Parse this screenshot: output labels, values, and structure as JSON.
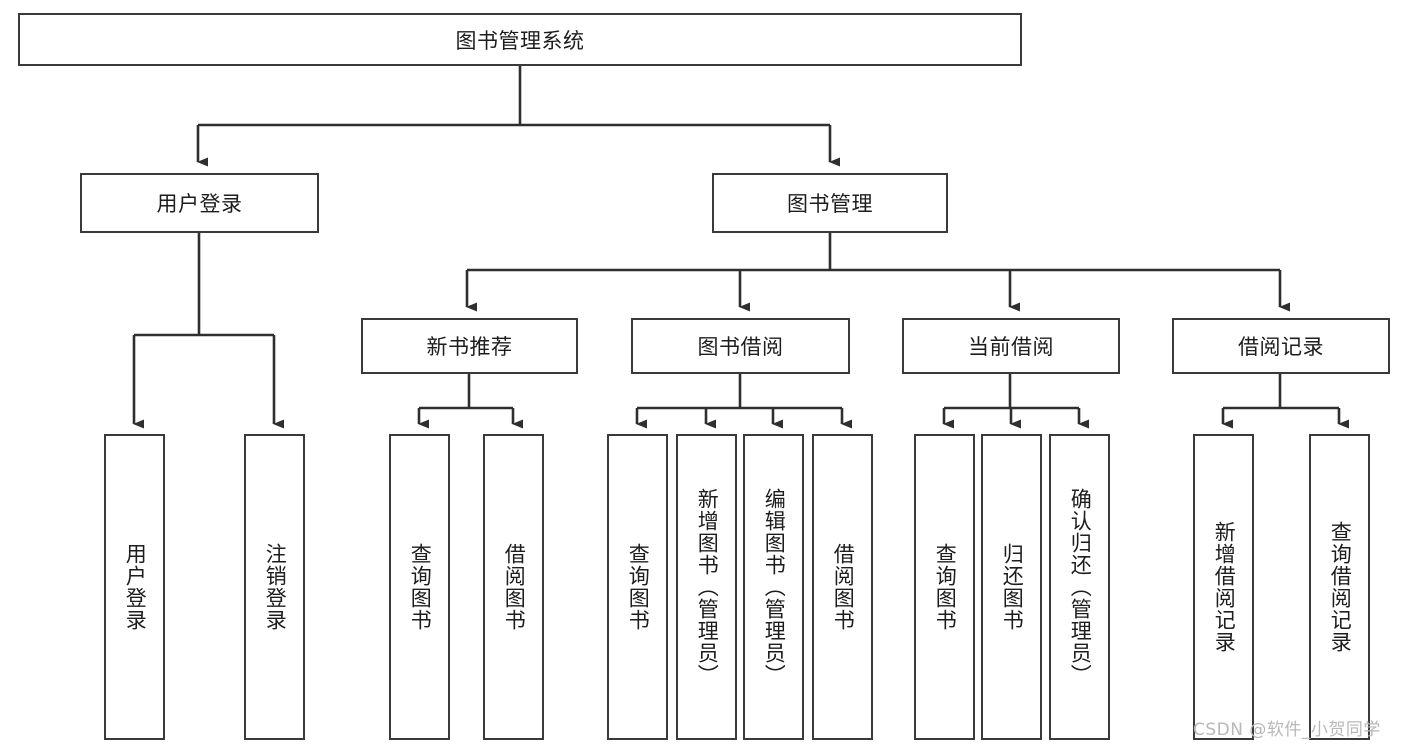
{
  "diagram": {
    "title": "图书管理系统",
    "type": "tree",
    "watermark": "CSDN @软件_小贺同学",
    "colors": {
      "border": "#3a3a3a",
      "text": "#1d1d1d",
      "background": "#ffffff",
      "connector": "#2f2f2f",
      "watermark": "#b8b8b8"
    },
    "nodes": {
      "root": "图书管理系统",
      "level2": [
        "用户登录",
        "图书管理"
      ],
      "level3": [
        "新书推荐",
        "图书借阅",
        "当前借阅",
        "借阅记录"
      ],
      "leaves": {
        "user_login": [
          "用户登录",
          "注销登录"
        ],
        "new_book_recommend": [
          "查询图书",
          "借阅图书"
        ],
        "book_borrow": [
          "查询图书",
          "新增图书（管理员）",
          "编辑图书（管理员）",
          "借阅图书"
        ],
        "current_borrow": [
          "查询图书",
          "归还图书",
          "确认归还（管理员）"
        ],
        "borrow_record": [
          "新增借阅记录",
          "查询借阅记录"
        ]
      }
    }
  }
}
